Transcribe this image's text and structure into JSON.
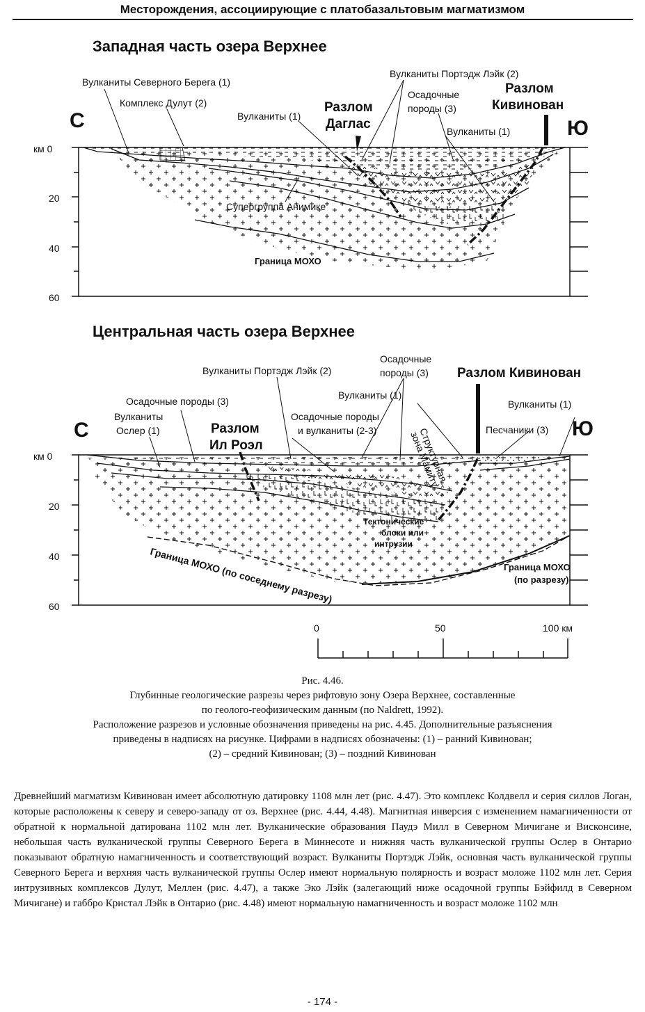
{
  "running_head": "Месторождения, ассоциирующие с платобазальтовым магматизмом",
  "section1": {
    "title": "Западная часть озера Верхнее",
    "north": "С",
    "south": "Ю",
    "km0": "км 0",
    "depth_ticks": [
      "20",
      "40",
      "60"
    ],
    "labels": {
      "north_shore": "Вулканиты Северного Берега (1)",
      "duluth": "Комплекс Дулут (2)",
      "volc1a": "Вулканиты (1)",
      "fault_douglas_1": "Разлом",
      "fault_douglas_2": "Даглас",
      "portage": "Вулканиты Портэдж Лэйк (2)",
      "sed_1": "Осадочные",
      "sed_2": "породы (3)",
      "fault_kiw_1": "Разлом",
      "fault_kiw_2": "Кивинован",
      "volc1b": "Вулканиты (1)",
      "animikie": "Супергруппа Анимике",
      "moho": "Граница МОХО"
    }
  },
  "section2": {
    "title": "Центральная часть озера Верхнее",
    "north": "С",
    "south": "Ю",
    "km0": "км 0",
    "depth_ticks": [
      "20",
      "40",
      "60"
    ],
    "labels": {
      "sed_1": "Осадочные",
      "sed_2": "породы (3)",
      "portage": "Вулканиты Портэдж Лэйк (2)",
      "fault_kiw": "Разлом Кивинован",
      "sed_top": "Осадочные породы (3)",
      "volc1a": "Вулканиты (1)",
      "volc1b": "Вулканиты (1)",
      "osler_1": "Вулканиты",
      "osler_2": "Ослер (1)",
      "fault_ir_1": "Разлом",
      "fault_ir_2": "Ил Роэл",
      "sedvolc_1": "Осадочные породы",
      "sedvolc_2": "и вулканиты (2-3)",
      "mamainse_1": "Структурная",
      "mamainse_2": "зона Мамиту",
      "sandstone": "Песчаники (3)",
      "blocks_1": "Тектонические",
      "blocks_2": "блоки или",
      "blocks_3": "интрузии",
      "moho_neighbor": "Граница МОХО (по соседнему разрезу)",
      "moho_section_1": "Граница МОХО",
      "moho_section_2": "(по разрезу)"
    }
  },
  "scale": {
    "zero": "0",
    "fifty": "50",
    "hundred": "100 км"
  },
  "caption": {
    "fig": "Рис. 4.46.",
    "line1": "Глубинные геологические разрезы через рифтовую зону Озера Верхнее, составленные",
    "line2": "по геолого-геофизическим данным (по Naldrett, 1992).",
    "line3": "Расположение разрезов и условные обозначения приведены на рис. 4.45. Дополнительные разъяснения",
    "line4": "приведены в надписях на рисунке. Цифрами в надписях обозначены: (1) – ранний Кивинован;",
    "line5": "(2) – средний Кивинован; (3) – поздний Кивинован"
  },
  "body_text": "Древнейший магматизм Кивинован имеет абсолютную датировку 1108 млн лет (рис. 4.47). Это комплекс Колдвелл и серия силлов Логан, которые расположены к северу и северо-западу от оз. Верхнее (рис. 4.44, 4.48). Магнитная инверсия с изменением намагниченности от обратной к нормальной датирована 1102 млн лет. Вулканические образования Паудэ Милл в Северном Мичигане и Висконсине, небольшая часть вулканической группы Северного Берега в Миннесоте и нижняя часть вулканической группы Ослер в Онтарио показывают обратную намагниченность и соответствующий возраст. Вулканиты Портэдж Лэйк, основная часть вулканической группы Северного Берега и верхняя часть вулканической группы Ослер имеют нормальную полярность и возраст моложе 1102 млн лет. Серия интрузивных комплексов Дулут, Меллен (рис. 4.47), а также Эко Лэйк (залегающий ниже осадочной группы Бэйфилд в Северном Мичигане) и габбро Кристал Лэйк в Онтарио (рис. 4.48) имеют нормальную намагниченность и возраст моложе 1102 млн",
  "page_number": "- 174 -"
}
